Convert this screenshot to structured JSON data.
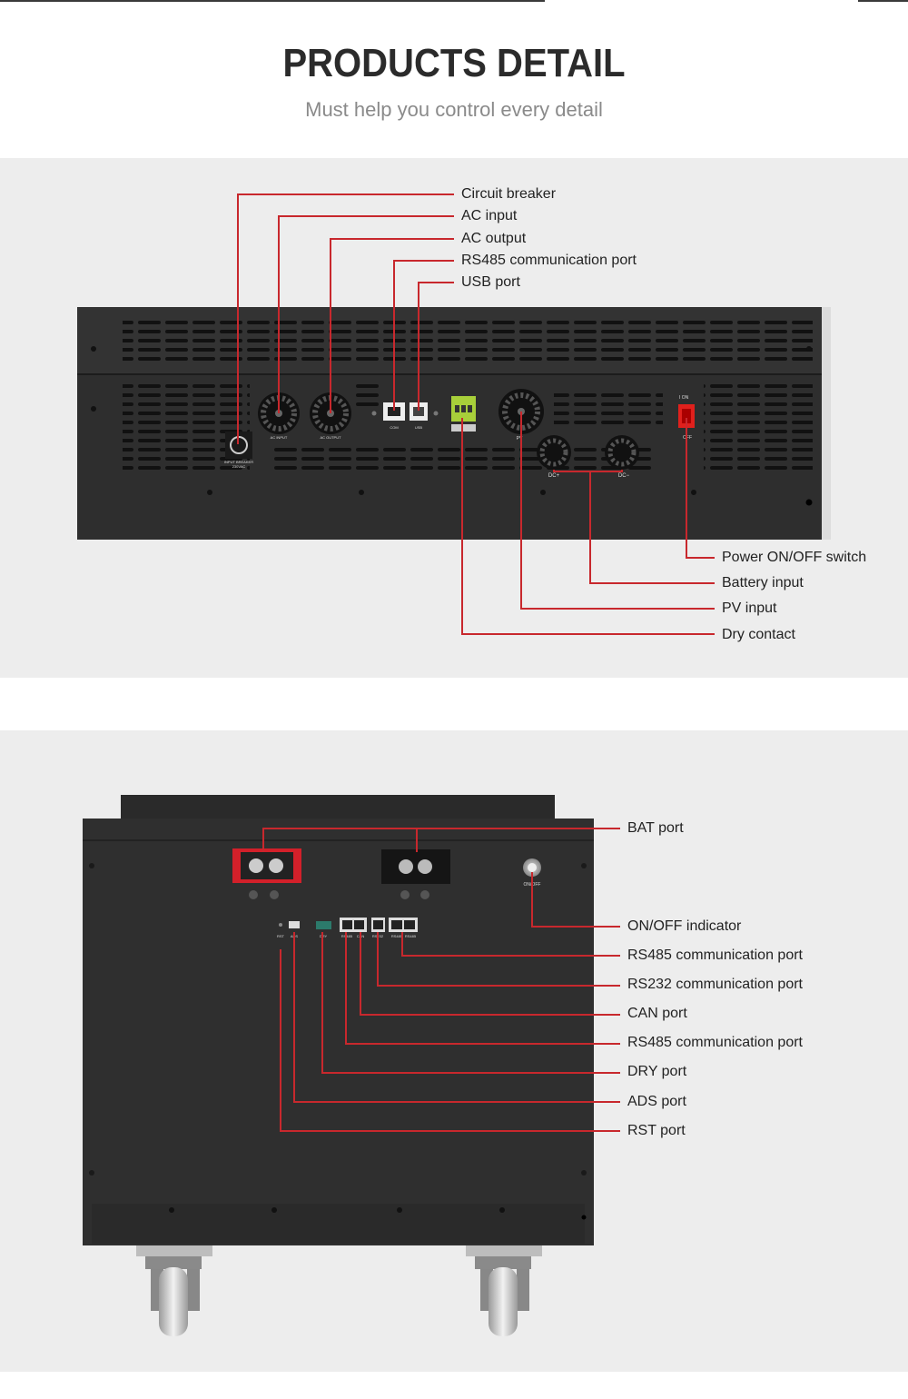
{
  "header": {
    "title": "PRODUCTS DETAIL",
    "subtitle": "Must help you control every detail"
  },
  "inverter": {
    "top_callouts": [
      "Circuit breaker",
      "AC input",
      "AC output",
      "RS485 communication port",
      "USB port"
    ],
    "bottom_callouts": [
      "Power ON/OFF switch",
      "Battery input",
      "PV input",
      "Dry contact"
    ],
    "panel_text": {
      "input_breaker": "INPUT BREAKER",
      "breaker_rating": "230VAC",
      "ac_input": "AC INPUT",
      "ac_output": "AC OUTPUT",
      "com": "COM",
      "usb": "USB",
      "pv": "PV",
      "dc_plus": "DC+",
      "dc_minus": "DC−",
      "switch_on": "I  ON",
      "switch_off": "OFF"
    }
  },
  "battery": {
    "callouts": [
      "BAT port",
      "ON/OFF indicator",
      "RS485 communication port",
      "RS232 communication port",
      "CAN port",
      "RS485 communication port",
      "DRY port",
      "ADS port",
      "RST port"
    ],
    "panel_text": {
      "onoff": "ON/OFF",
      "rst": "RST",
      "ads": "ADS",
      "dry": "DRY",
      "rs485": "RS485",
      "can": "CAN",
      "rs232": "RS232",
      "rs485_1": "RS485",
      "rs485_2": "RS485"
    }
  },
  "colors": {
    "accent": "#c8282d",
    "panel_bg": "#ededed",
    "device": "#2c2c2c"
  }
}
